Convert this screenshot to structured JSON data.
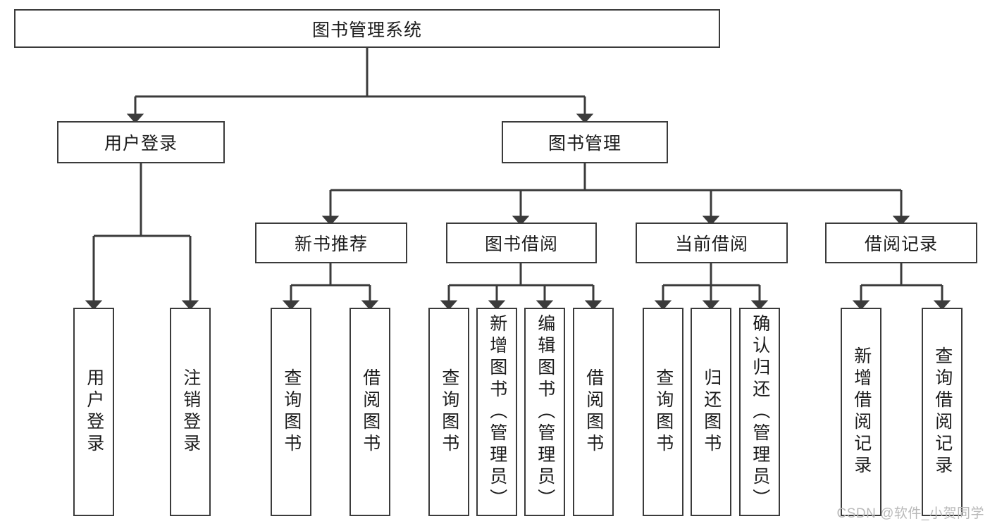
{
  "diagram": {
    "type": "hierarchy-tree",
    "title": "图书管理系统",
    "colors": {
      "stroke": "#3b3b3b",
      "fill": "#ffffff",
      "text": "#1b1b1b",
      "watermark": "#b9b9b9"
    },
    "root": {
      "label": "图书管理系统",
      "orientation": "horizontal"
    },
    "level1": [
      {
        "label": "用户登录",
        "orientation": "horizontal"
      },
      {
        "label": "图书管理",
        "orientation": "horizontal"
      }
    ],
    "level2": [
      {
        "label": "新书推荐",
        "orientation": "horizontal"
      },
      {
        "label": "图书借阅",
        "orientation": "horizontal"
      },
      {
        "label": "当前借阅",
        "orientation": "horizontal"
      },
      {
        "label": "借阅记录",
        "orientation": "horizontal"
      }
    ],
    "leaves": {
      "user_login": [
        {
          "label": "用户登录",
          "orientation": "vertical"
        },
        {
          "label": "注销登录",
          "orientation": "vertical"
        }
      ],
      "new_book_recommend": [
        {
          "label": "查询图书",
          "orientation": "vertical"
        },
        {
          "label": "借阅图书",
          "orientation": "vertical"
        }
      ],
      "book_borrow": [
        {
          "label": "查询图书",
          "orientation": "vertical"
        },
        {
          "label": "新增图书（管理员）",
          "orientation": "vertical"
        },
        {
          "label": "编辑图书（管理员）",
          "orientation": "vertical"
        },
        {
          "label": "借阅图书",
          "orientation": "vertical"
        }
      ],
      "current_borrow": [
        {
          "label": "查询图书",
          "orientation": "vertical"
        },
        {
          "label": "归还图书",
          "orientation": "vertical"
        },
        {
          "label": "确认归还（管理员）",
          "orientation": "vertical"
        }
      ],
      "borrow_record": [
        {
          "label": "新增借阅记录",
          "orientation": "vertical"
        },
        {
          "label": "查询借阅记录",
          "orientation": "vertical"
        }
      ]
    }
  },
  "watermark": {
    "text": "CSDN @软件_小贺同学"
  }
}
